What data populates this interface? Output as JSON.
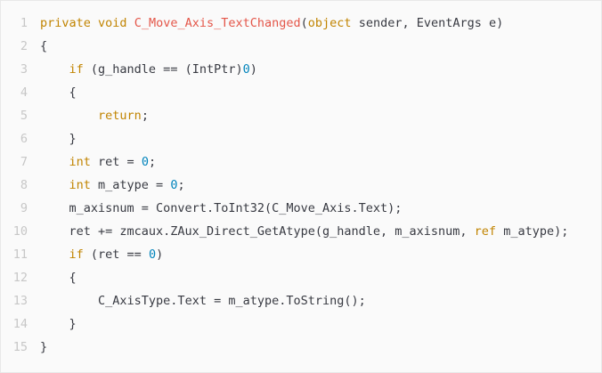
{
  "code": {
    "lines": [
      {
        "n": "1",
        "indent": "",
        "tokens": [
          [
            "kw",
            "private"
          ],
          [
            "plain",
            " "
          ],
          [
            "kw",
            "void"
          ],
          [
            "plain",
            " "
          ],
          [
            "fn",
            "C_Move_Axis_TextChanged"
          ],
          [
            "plain",
            "("
          ],
          [
            "kw",
            "object"
          ],
          [
            "plain",
            " sender, EventArgs e)"
          ]
        ]
      },
      {
        "n": "2",
        "indent": "",
        "tokens": [
          [
            "plain",
            "{"
          ]
        ]
      },
      {
        "n": "3",
        "indent": "    ",
        "tokens": [
          [
            "kw",
            "if"
          ],
          [
            "plain",
            " (g_handle == (IntPtr)"
          ],
          [
            "num",
            "0"
          ],
          [
            "plain",
            ")"
          ]
        ]
      },
      {
        "n": "4",
        "indent": "    ",
        "tokens": [
          [
            "plain",
            "{"
          ]
        ]
      },
      {
        "n": "5",
        "indent": "        ",
        "tokens": [
          [
            "kw",
            "return"
          ],
          [
            "plain",
            ";"
          ]
        ]
      },
      {
        "n": "6",
        "indent": "    ",
        "tokens": [
          [
            "plain",
            "}"
          ]
        ]
      },
      {
        "n": "7",
        "indent": "    ",
        "tokens": [
          [
            "kw",
            "int"
          ],
          [
            "plain",
            " ret = "
          ],
          [
            "num",
            "0"
          ],
          [
            "plain",
            ";"
          ]
        ]
      },
      {
        "n": "8",
        "indent": "    ",
        "tokens": [
          [
            "kw",
            "int"
          ],
          [
            "plain",
            " m_atype = "
          ],
          [
            "num",
            "0"
          ],
          [
            "plain",
            ";"
          ]
        ]
      },
      {
        "n": "9",
        "indent": "    ",
        "tokens": [
          [
            "plain",
            "m_axisnum = Convert.ToInt32(C_Move_Axis.Text);"
          ]
        ]
      },
      {
        "n": "10",
        "indent": "    ",
        "tokens": [
          [
            "plain",
            "ret += zmcaux.ZAux_Direct_GetAtype(g_handle, m_axisnum, "
          ],
          [
            "kw",
            "ref"
          ],
          [
            "plain",
            " m_atype);"
          ]
        ]
      },
      {
        "n": "11",
        "indent": "    ",
        "tokens": [
          [
            "kw",
            "if"
          ],
          [
            "plain",
            " (ret == "
          ],
          [
            "num",
            "0"
          ],
          [
            "plain",
            ")"
          ]
        ]
      },
      {
        "n": "12",
        "indent": "    ",
        "tokens": [
          [
            "plain",
            "{"
          ]
        ]
      },
      {
        "n": "13",
        "indent": "        ",
        "tokens": [
          [
            "plain",
            "C_AxisType.Text = m_atype.ToString();"
          ]
        ]
      },
      {
        "n": "14",
        "indent": "    ",
        "tokens": [
          [
            "plain",
            "}"
          ]
        ]
      },
      {
        "n": "15",
        "indent": "",
        "tokens": [
          [
            "plain",
            "}"
          ]
        ]
      }
    ]
  }
}
